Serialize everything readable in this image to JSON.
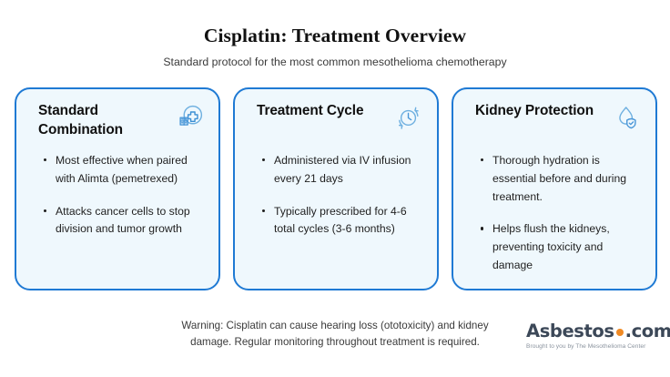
{
  "header": {
    "title": "Cisplatin: Treatment Overview",
    "subtitle": "Standard protocol for the most common mesothelioma chemotherapy"
  },
  "cards": [
    {
      "title": "Standard Combination",
      "icon": "hospital-cross-circle-icon",
      "bullets": [
        "Most effective when paired with Alimta (pemetrexed)",
        "Attacks cancer cells to stop division and tumor growth"
      ]
    },
    {
      "title": "Treatment Cycle",
      "icon": "clock-refresh-icon",
      "bullets": [
        "Administered via IV infusion every 21 days",
        "Typically prescribed for 4-6 total cycles (3-6 months)"
      ]
    },
    {
      "title": "Kidney Protection",
      "icon": "water-drop-shield-check-icon",
      "bullets": [
        "Thorough hydration is essential before and during treatment.",
        "Helps flush the kidneys, preventing toxicity and damage"
      ]
    }
  ],
  "footer": {
    "warning_line1": "Warning: Cisplatin can cause hearing loss (ototoxicity) and kidney",
    "warning_line2": "damage. Regular monitoring throughout treatment is required."
  },
  "logo": {
    "name": "Asbestos",
    "tld": ".com",
    "tagline": "Brought to you by The Mesothelioma Center"
  },
  "colors": {
    "card_border": "#1f7ad4",
    "card_background": "#eff8fd",
    "icon_blue": "#3b8fd4",
    "logo_text": "#3c4858",
    "logo_dot_orange": "#f08a24",
    "page_background": "#ffffff"
  }
}
